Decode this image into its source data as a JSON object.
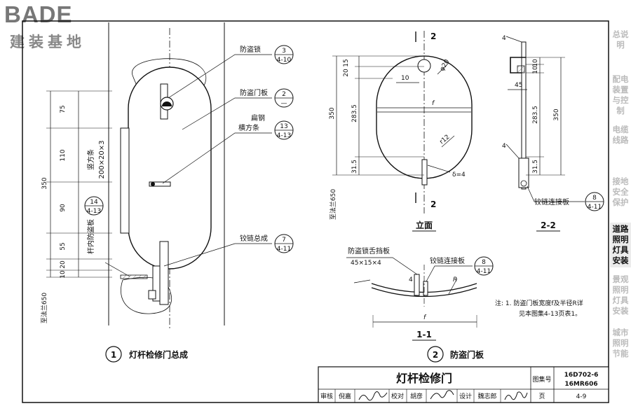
{
  "logo": {
    "brand": "BADE",
    "subtitle": "建装基地"
  },
  "side_tabs": [
    {
      "label": "总说明",
      "active": false
    },
    {
      "label": "配电装置与控制",
      "active": false
    },
    {
      "label": "电缆线路",
      "active": false
    },
    {
      "label": "接地安全保护",
      "active": false
    },
    {
      "label": "道路照明灯具安装",
      "active": true
    },
    {
      "label": "景观照明灯具安装",
      "active": false
    },
    {
      "label": "城市照明节能",
      "active": false
    }
  ],
  "fig1": {
    "dims": [
      "75",
      "110",
      "350",
      "90",
      "55",
      "20",
      "10"
    ],
    "labels": {
      "anti_theft_lock": "防盗锁",
      "anti_theft_door": "防盗门板",
      "flat_steel": "扁钢",
      "cross_bar": "横方条",
      "vertical_bar": "竖方条",
      "vertical_bar_spec": "200×20×3",
      "inner_plate": "杆内防盗板",
      "hinge_assembly": "铰链总成",
      "elevation": "至法兰650"
    },
    "refs": [
      {
        "num": "3",
        "page": "4-10"
      },
      {
        "num": "2",
        "page": "—"
      },
      {
        "num": "13",
        "page": "4-13"
      },
      {
        "num": "14",
        "page": "4-13"
      },
      {
        "num": "7",
        "page": "4-11"
      }
    ],
    "number": "1",
    "title": "灯杆检修门总成"
  },
  "fig2": {
    "section_mark": "2",
    "dims": [
      "15",
      "20",
      "283.5",
      "350",
      "31.5",
      "10",
      "φ20",
      "f",
      "r12",
      "δ=4",
      "R"
    ],
    "elevation": "至法兰650",
    "view_title": "立面",
    "section_title": "2-2",
    "sec_dims": [
      "10",
      "45",
      "283.5",
      "350",
      "31.5",
      "10"
    ],
    "sec_labels": {
      "n4": "4",
      "hinge_plate": "铰链连接板"
    },
    "sec_ref": {
      "num": "8",
      "page": "4-11"
    },
    "s11": {
      "tongue": "防盗锁舌挡板",
      "tongue_spec": "45×15×4",
      "hinge_plate": "铰链连接板",
      "ref": {
        "num": "8",
        "page": "4-11"
      },
      "n4": "4",
      "title": "1-1"
    },
    "note_line1": "注: 1. 防盗门板宽度f及半径R详",
    "note_line2": "见本图集4-13页表1。",
    "number": "2",
    "title": "防盗门板"
  },
  "title_block": {
    "title": "灯杆检修门",
    "atlas_label": "图集号",
    "atlas_1": "16D702-6",
    "atlas_2": "16MR606",
    "page_label": "页",
    "page_num": "4-9",
    "row": [
      "审核",
      "倪嘉",
      "校对",
      "胡彦",
      "设计",
      "魏志郎"
    ]
  }
}
